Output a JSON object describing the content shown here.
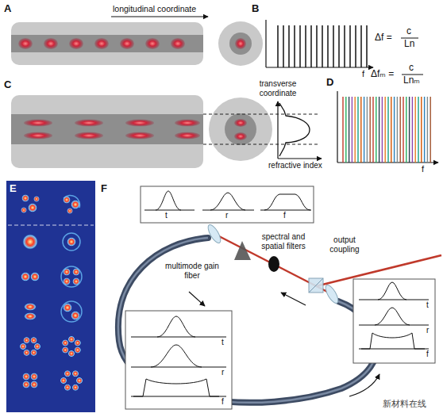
{
  "diagram": {
    "labels": [
      "A",
      "longitudinal coordinate",
      "B",
      "Δf =",
      "c",
      "Ln",
      "f",
      "transverse coordinate",
      "refractive index",
      "C",
      "D",
      "Δfₘ =",
      "c",
      "Lnₘ",
      "f",
      "E",
      "F",
      "t",
      "r",
      "f",
      "spectral and spatial filters",
      "output coupling",
      "t",
      "r",
      "f",
      "multimode gain fiber",
      "t",
      "r",
      "f",
      "新材料在线"
    ]
  }
}
